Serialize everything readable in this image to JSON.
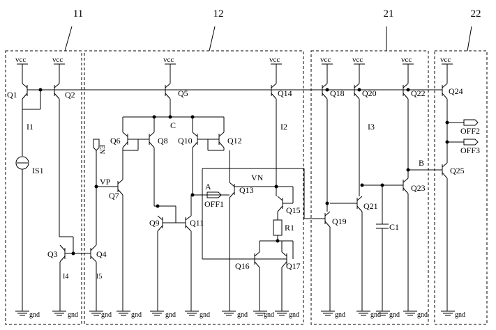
{
  "blocks": [
    {
      "id": "11"
    },
    {
      "id": "12"
    },
    {
      "id": "21"
    },
    {
      "id": "22"
    }
  ],
  "supply_label": "vcc",
  "ground_label": "gnd",
  "transistors": [
    "Q1",
    "Q2",
    "Q3",
    "Q4",
    "Q5",
    "Q6",
    "Q7",
    "Q8",
    "Q9",
    "Q10",
    "Q11",
    "Q12",
    "Q13",
    "Q14",
    "Q15",
    "Q16",
    "Q17",
    "Q18",
    "Q19",
    "Q20",
    "Q21",
    "Q22",
    "Q23",
    "Q24",
    "Q25"
  ],
  "currents": {
    "i1": "I1",
    "i2": "I2",
    "i3": "I3",
    "i4": "I4",
    "i5": "I5"
  },
  "components": {
    "source": "IS1",
    "resistor": "R1",
    "capacitor": "C1"
  },
  "nodes": {
    "a": "A",
    "b": "B",
    "c": "C",
    "vp": "VP",
    "vn": "VN"
  },
  "signals": {
    "enable": "EN",
    "off1": "OFF1",
    "off2": "OFF2",
    "off3": "OFF3"
  }
}
